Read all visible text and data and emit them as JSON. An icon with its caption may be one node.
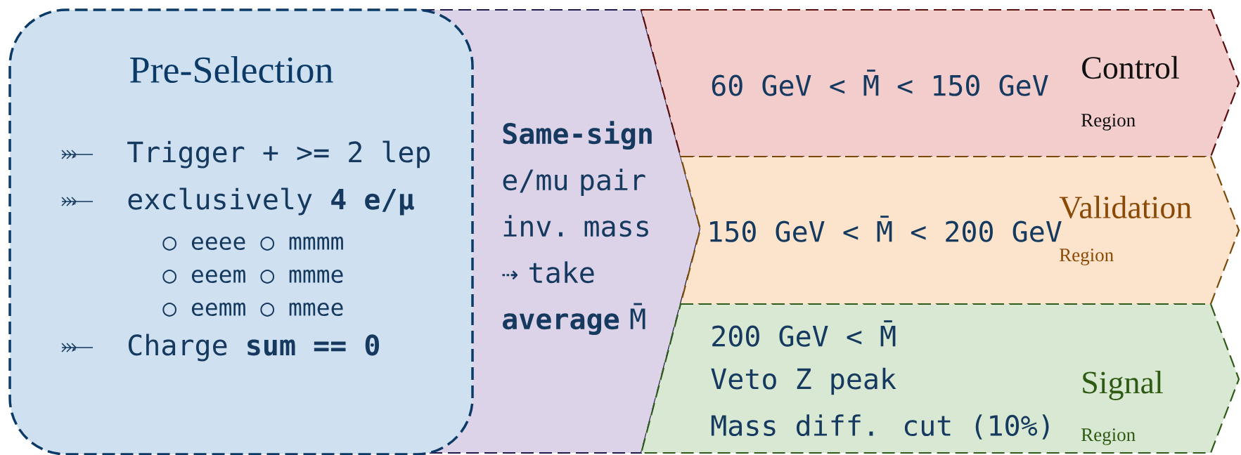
{
  "diagram": {
    "nodes": [
      {
        "text": [
          "Pre-Selection",
          "Trigger + >= 2 lep",
          "exclusively **4 e/μ**",
          "○ eeee ○ mmmm",
          "○ eeem ○ mmme",
          "○ eemm ○ mmee",
          "Charge **sum == 0**"
        ]
      },
      {
        "text": [
          "**Same-sign** e/mu pair inv. mass ⇢ take **average** M̄"
        ]
      },
      {
        "text": [
          "60 GeV < M̄ < 150 GeV",
          "Control",
          "Region"
        ]
      },
      {
        "text": [
          "150 GeV < M̄ < 200 GeV",
          "Validation",
          "Region"
        ]
      },
      {
        "text": [
          "200 GeV < M̄",
          "Veto Z peak",
          "Mass diff. cut (10%)",
          "Signal",
          "Region"
        ]
      }
    ]
  }
}
